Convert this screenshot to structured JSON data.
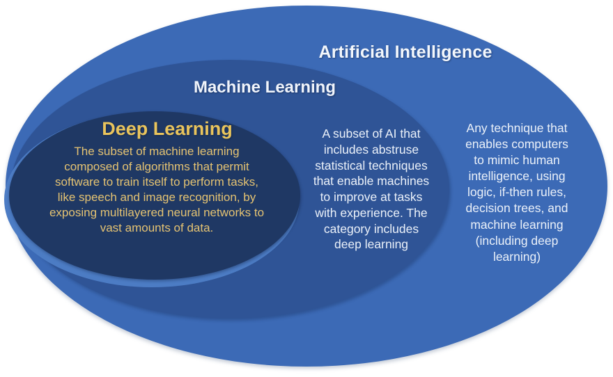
{
  "diagram": {
    "title": "AI / Machine Learning / Deep Learning nested diagram",
    "background_color": "#FFFFFF",
    "rings": [
      {
        "id": "artificial-intelligence",
        "label": "Artificial Intelligence",
        "description": "Any technique that\nenables computers\nto mimic human\nintelligence, using\nlogic, if-then rules,\ndecision trees, and\nmachine learning\n(including deep\nlearning)",
        "fill": "#3C6AB6",
        "label_color": "#F3F7FC",
        "text_color": "#EBF1F9"
      },
      {
        "id": "machine-learning",
        "label": "Machine Learning",
        "description": "A subset of AI that\nincludes abstruse\nstatistical techniques\nthat enable machines\nto improve at tasks\nwith experience. The\ncategory includes\ndeep learning",
        "fill": "#2F5496",
        "label_color": "#F0F4FB",
        "text_color": "#EBF1F9"
      },
      {
        "id": "deep-learning",
        "label": "Deep Learning",
        "description": "The subset of machine learning\ncomposed of algorithms that permit\nsoftware to train itself to perform tasks,\nlike speech and image recognition, by\nexposing multilayered neural networks to\nvast amounts of data.",
        "fill": "#1F3864",
        "rim_color": "#4C7CC4",
        "label_color": "#E9C45C",
        "text_color": "#E5C372"
      }
    ]
  }
}
